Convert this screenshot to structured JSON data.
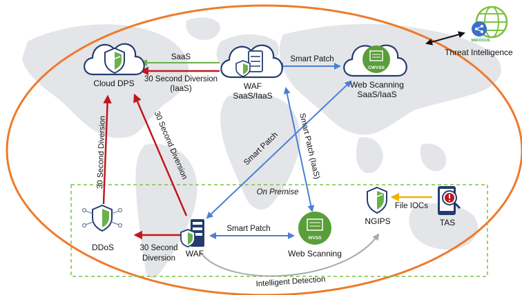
{
  "diagram": {
    "nodes": {
      "cloud_dps": "Cloud DPS",
      "waf_cloud_line1": "WAF",
      "waf_cloud_line2": "SaaS/IaaS",
      "web_scanning_cloud_line1": "Web Scanning",
      "web_scanning_cloud_line2": "SaaS/IaaS",
      "threat_intelligence": "Threat Intelligence",
      "ddos": "DDoS",
      "waf_onprem": "WAF",
      "web_scanning_onprem": "Web Scanning",
      "ngips": "NGIPS",
      "tas": "TAS"
    },
    "badges": {
      "nsfocus": "NSFOCUS",
      "cwvss": "CWVSS",
      "wvss": "WVSS"
    },
    "edges": {
      "saas": "SaaS",
      "diversion_top_line1": "30 Second Diversion",
      "diversion_top_line2": "(IaaS)",
      "diversion_left": "30 Second Diversion",
      "diversion_mid": "30 Second Diversion",
      "diversion_bottom_line1": "30 Second",
      "diversion_bottom_line2": "Diversion",
      "smart_patch_top": "Smart Patch",
      "smart_patch_vertical": "Smart Patch (IaaS)",
      "smart_patch_diagonal": "Smart Patch",
      "smart_patch_bottom": "Smart Patch",
      "file_iocs": "File IOCs",
      "intelligent_detection": "Intelligent Detection"
    },
    "zones": {
      "on_premise": "On Premise"
    },
    "colors": {
      "ellipse": "#ee7a2b",
      "diversion_arrow": "#c0171d",
      "saas_arrow": "#6ab04c",
      "smart_patch_arrow": "#4a7fd4",
      "file_iocs_arrow": "#f2b100",
      "detection_arrow": "#a9a9a9",
      "on_premise_border": "#7cc243",
      "scanner_green": "#5a9e3a",
      "icon_navy": "#233b6e",
      "shield_green": "#6ab04c",
      "threat_globe": "#7cc243"
    }
  }
}
